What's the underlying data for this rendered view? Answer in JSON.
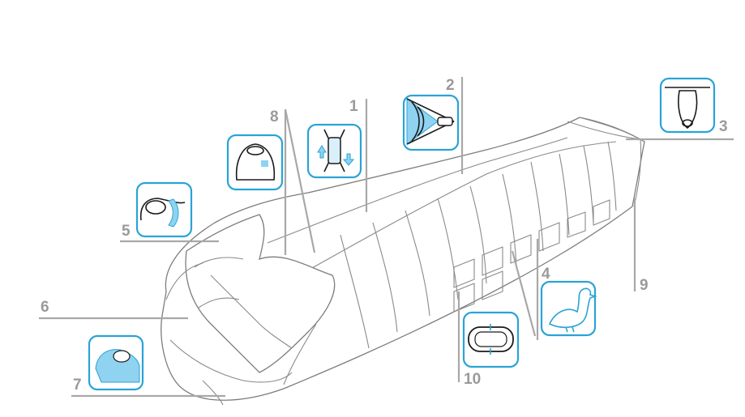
{
  "callouts": [
    {
      "id": "1",
      "label": "1"
    },
    {
      "id": "2",
      "label": "2"
    },
    {
      "id": "3",
      "label": "3"
    },
    {
      "id": "4",
      "label": "4"
    },
    {
      "id": "5",
      "label": "5"
    },
    {
      "id": "6",
      "label": "6"
    },
    {
      "id": "7",
      "label": "7"
    },
    {
      "id": "8",
      "label": "8"
    },
    {
      "id": "9",
      "label": "9"
    },
    {
      "id": "10",
      "label": "10"
    }
  ],
  "icons": [
    "zipper-slider-icon",
    "zipper-baffle-icon",
    "footbox-icon",
    "down-duck-icon",
    "hood-pillow-icon",
    "sleeper-side-icon",
    "hood-drawcord-icon",
    "baffle-section-icon"
  ],
  "colors": {
    "accent": "#2aa3d6",
    "accent_fill": "#8fd3f0",
    "leader_gray": "#a8a8a8",
    "label_gray": "#9a9a9a",
    "outline": "#8a8a8a"
  }
}
